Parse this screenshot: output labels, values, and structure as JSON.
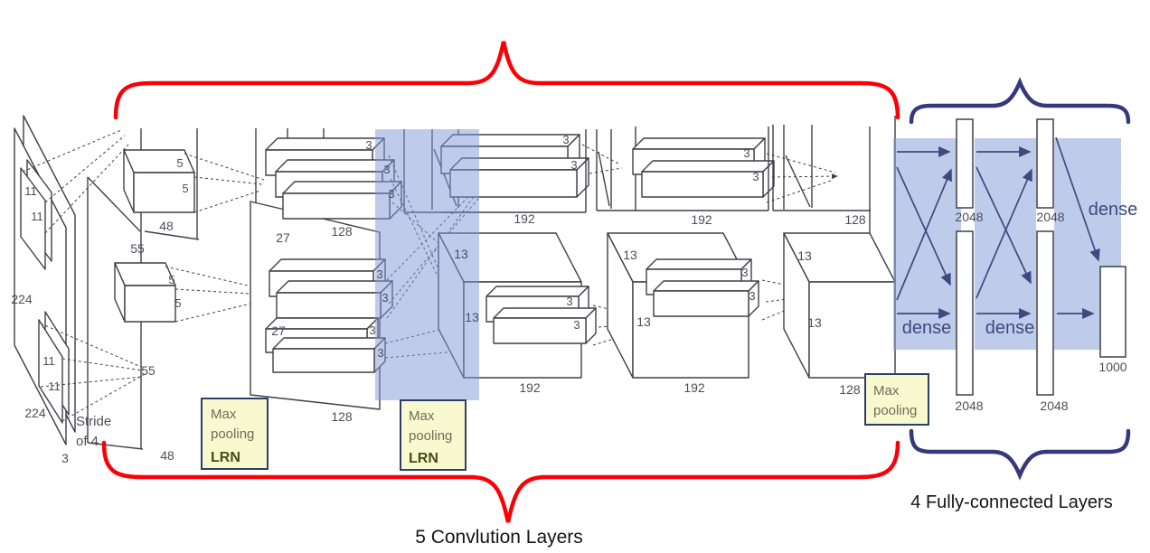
{
  "captions": {
    "conv": "5 Convlution Layers",
    "fc": "4 Fully-connected Layers"
  },
  "values": {
    "input_size": "224",
    "input_channels": "3",
    "conv1_filter": "11",
    "stride_line1": "Stride",
    "stride_line2": "of 4",
    "conv1_size": "55",
    "conv1_depth": "48",
    "conv2_filter": "5",
    "conv2_size": "27",
    "conv2_depth": "128",
    "conv35_filter": "3",
    "conv345_size": "13",
    "conv34_depth": "192",
    "conv5_depth": "128",
    "fc_width": "2048",
    "output_classes": "1000"
  },
  "notes": {
    "max": "Max",
    "pooling": "pooling",
    "lrn": "LRN",
    "dense": "dense"
  },
  "colors": {
    "accent_red": "#fb0007",
    "accent_navy": "#34397b",
    "band_blue": "#7f97d8",
    "diagram_line": "#3f3f4a",
    "number_text": "#4e4e5a",
    "note_fill": "#f9f9cf",
    "note_border": "#2e3f66",
    "note_text": "#6d6d5b",
    "note_lrn_text": "#454e14",
    "fc_arrow": "#3e4a7c",
    "caption_text": "#141414"
  }
}
